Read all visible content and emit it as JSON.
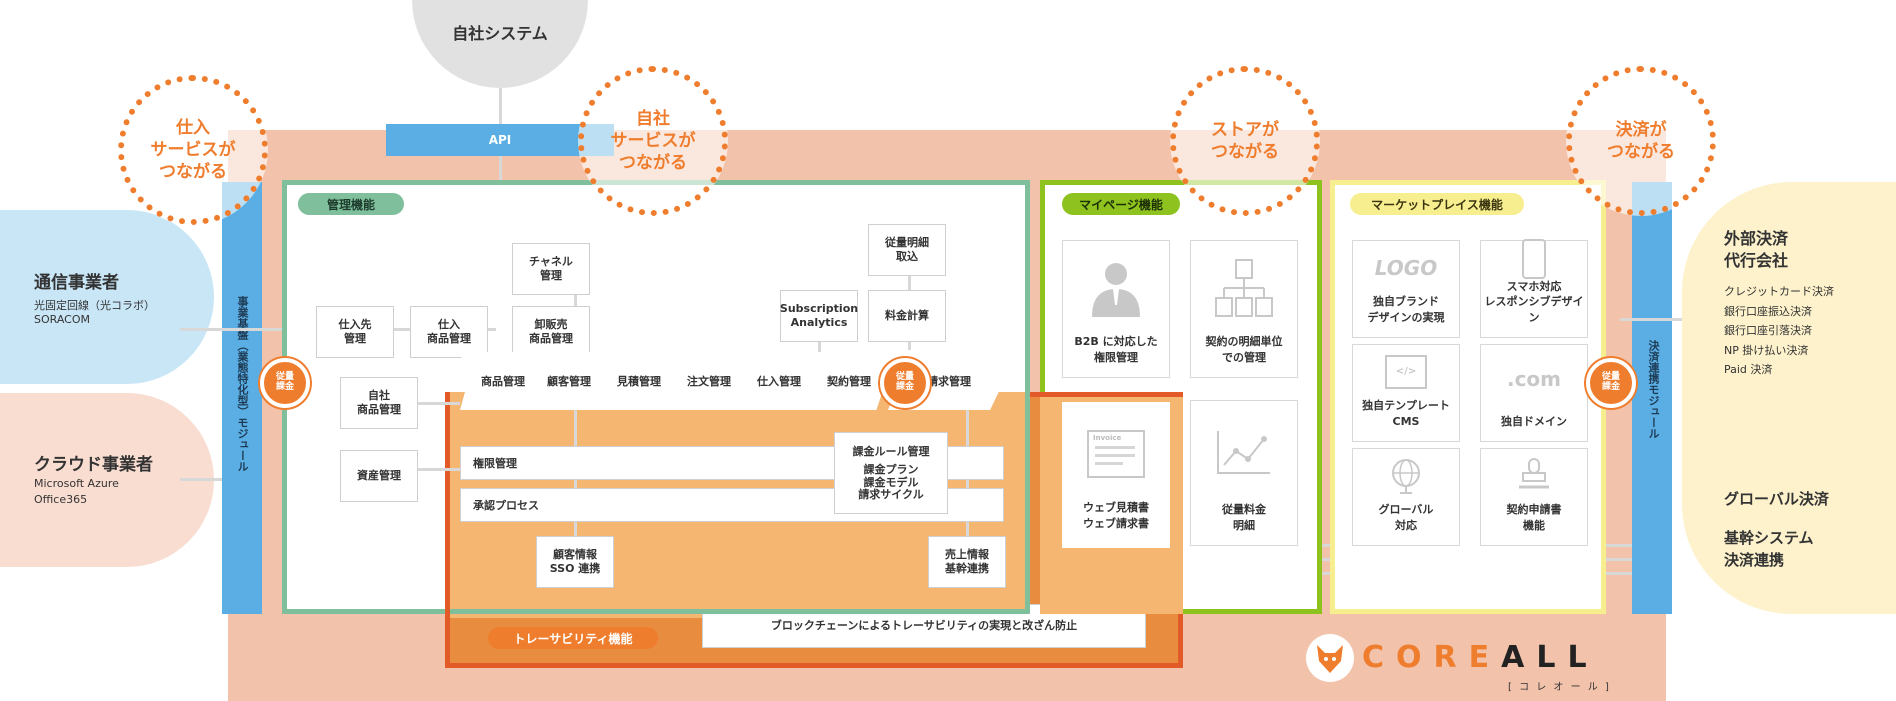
{
  "own_system": {
    "label": "自社システム",
    "api": "API"
  },
  "bubbles": {
    "supplier": "仕入\nサービスが\nつながる",
    "own": "自社\nサービスが\nつながる",
    "store": "ストアが\nつながる",
    "payment": "決済が\nつながる"
  },
  "badge_label": "従量\n課金",
  "left": {
    "telecom": {
      "title": "通信事業者",
      "lines": [
        "光固定回線（光コラボ）",
        "SORACOM"
      ]
    },
    "cloud": {
      "title": "クラウド事業者",
      "lines": [
        "Microsoft Azure",
        "Office365"
      ]
    }
  },
  "modules": {
    "left_vertical": "事業基盤（業態特化型）モジュール",
    "right_vertical": "決済連携モジュール"
  },
  "management": {
    "title": "管理機能",
    "boxes": {
      "supplier_mgmt": "仕入先\n管理",
      "supply_product": "仕入\n商品管理",
      "own_product": "自社\n商品管理",
      "asset": "資産管理",
      "channel": "チャネル\n管理",
      "wholesale": "卸販売\n商品管理",
      "usage_detail": "従量明細\n取込",
      "subscription": "Subscription\nAnalytics",
      "fee_calc": "料金計算",
      "billing_rules": "課金ルール管理",
      "billing_rules_sub": "課金プラン\n課金モデル\n請求サイクル",
      "customer_sso": "顧客情報\nSSO 連携",
      "sales_link": "売上情報\n基幹連携"
    },
    "flow": [
      "商品管理",
      "顧客管理",
      "見積管理",
      "注文管理",
      "仕入管理",
      "契約管理",
      "請求管理"
    ],
    "bars": {
      "permission": "権限管理",
      "approval": "承認プロセス"
    }
  },
  "traceability": {
    "title": "トレーサビリティ機能",
    "blockchain": "ブロックチェーンによるトレーサビリティの実現と改ざん防止"
  },
  "mypage": {
    "title": "マイページ機能",
    "cards": [
      "B2B に対応した\n権限管理",
      "契約の明細単位\nでの管理",
      "ウェブ見積書\nウェブ請求書",
      "従量料金\n明細"
    ],
    "invoice_icon_text": "Invoice"
  },
  "marketplace": {
    "title": "マーケットプレイス機能",
    "cards": [
      "独自ブランド\nデザインの実現",
      "スマホ対応\nレスポンシブデザイン",
      "独自テンプレート\nCMS",
      "独自ドメイン",
      "グローバル\n対応",
      "契約申請書\n機能"
    ],
    "logo_text": "LOGO",
    "html_text": "</>",
    "domain_text": ".com"
  },
  "right": {
    "agency_title": "外部決済\n代行会社",
    "agency_items": [
      "クレジットカード決済",
      "銀行口座振込決済",
      "銀行口座引落決済",
      "NP 掛け払い決済",
      "Paid 決済"
    ],
    "global": "グローバル決済",
    "core": "基幹システム\n決済連携"
  },
  "logo": {
    "name": "COREALL",
    "kana": "[ コ レ オ ー ル ]"
  },
  "colors": {
    "orange": "#ef7d2e",
    "salmon": "#f2c2ab",
    "blue": "#5aaee3",
    "green_mgmt": "#7fbf9b",
    "lime": "#8dc21f",
    "yellow": "#f7ee8f",
    "peach_band": "#f4b670"
  }
}
